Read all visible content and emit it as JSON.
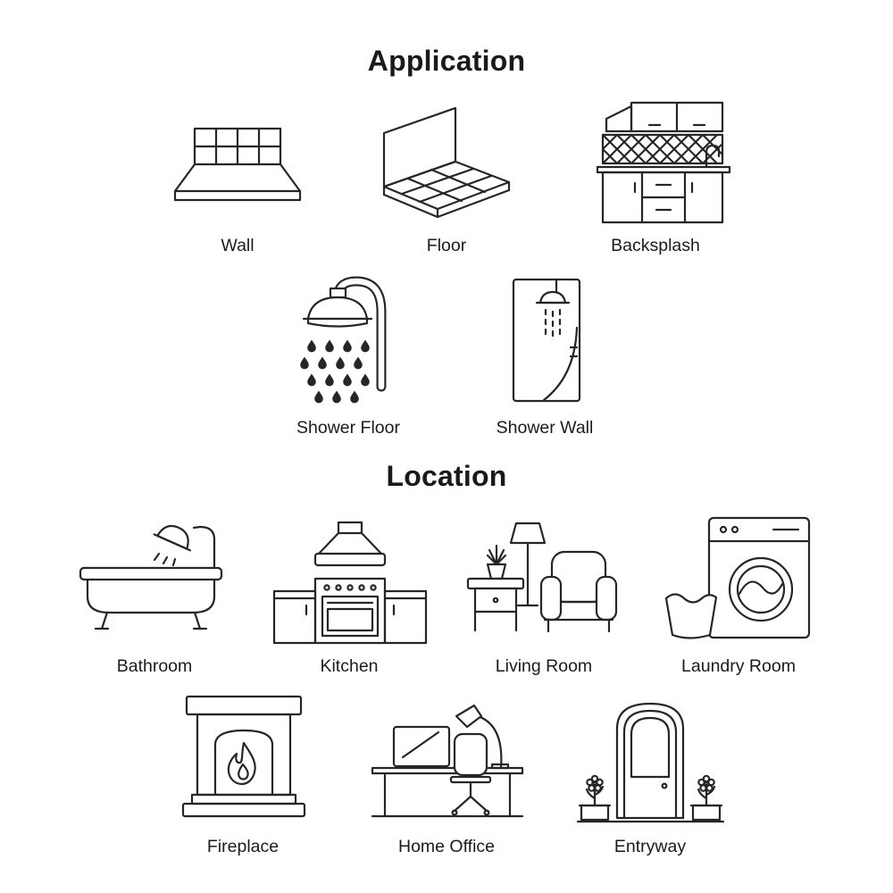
{
  "canvas": {
    "background": "#ffffff",
    "line_color": "#262626",
    "text_color": "#1b1b1b"
  },
  "sections": [
    {
      "title": "Application",
      "rows": [
        [
          {
            "label": "Wall",
            "icon": "wall-tiles-icon"
          },
          {
            "label": "Floor",
            "icon": "floor-perspective-icon"
          },
          {
            "label": "Backsplash",
            "icon": "backsplash-kitchen-icon"
          }
        ],
        [
          {
            "label": "Shower Floor",
            "icon": "shower-head-drops-icon"
          },
          {
            "label": "Shower Wall",
            "icon": "shower-wall-panel-icon"
          }
        ]
      ]
    },
    {
      "title": "Location",
      "rows": [
        [
          {
            "label": "Bathroom",
            "icon": "bathtub-icon"
          },
          {
            "label": "Kitchen",
            "icon": "stove-hood-icon"
          },
          {
            "label": "Living Room",
            "icon": "armchair-lamp-icon"
          },
          {
            "label": "Laundry Room",
            "icon": "washing-machine-icon"
          }
        ],
        [
          {
            "label": "Fireplace",
            "icon": "fireplace-icon"
          },
          {
            "label": "Home Office",
            "icon": "desk-monitor-chair-icon"
          },
          {
            "label": "Entryway",
            "icon": "arched-door-flowers-icon"
          }
        ]
      ]
    }
  ]
}
